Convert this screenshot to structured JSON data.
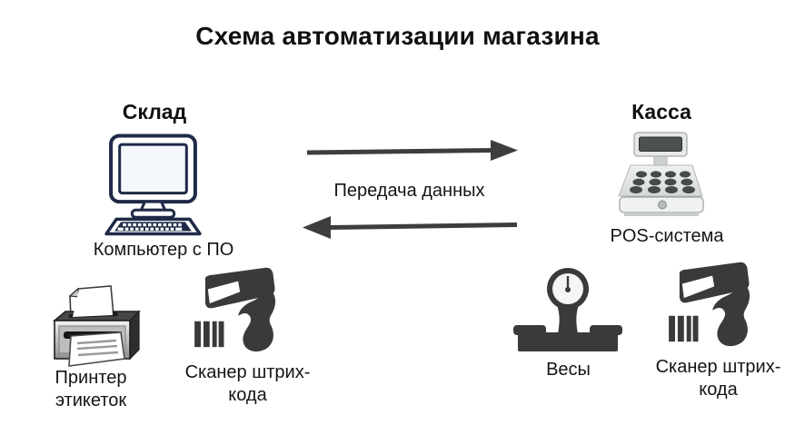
{
  "title": "Схема автоматизации магазина",
  "warehouse": {
    "heading": "Склад",
    "computer_label": "Компьютер с ПО",
    "printer_label": "Принтер этикеток",
    "scanner_label": "Сканер штрих-кода"
  },
  "checkout": {
    "heading": "Касса",
    "pos_label": "POS-система",
    "scale_label": "Весы",
    "scanner_label": "Сканер штрих-кода"
  },
  "connection": {
    "label": "Передача данных",
    "direction": "bidirectional"
  },
  "colors": {
    "background": "#ffffff",
    "text": "#111111",
    "arrow": "#3d3d3d",
    "device_silhouette": "#3a3a3a",
    "computer_outline": "#1e2a47"
  }
}
